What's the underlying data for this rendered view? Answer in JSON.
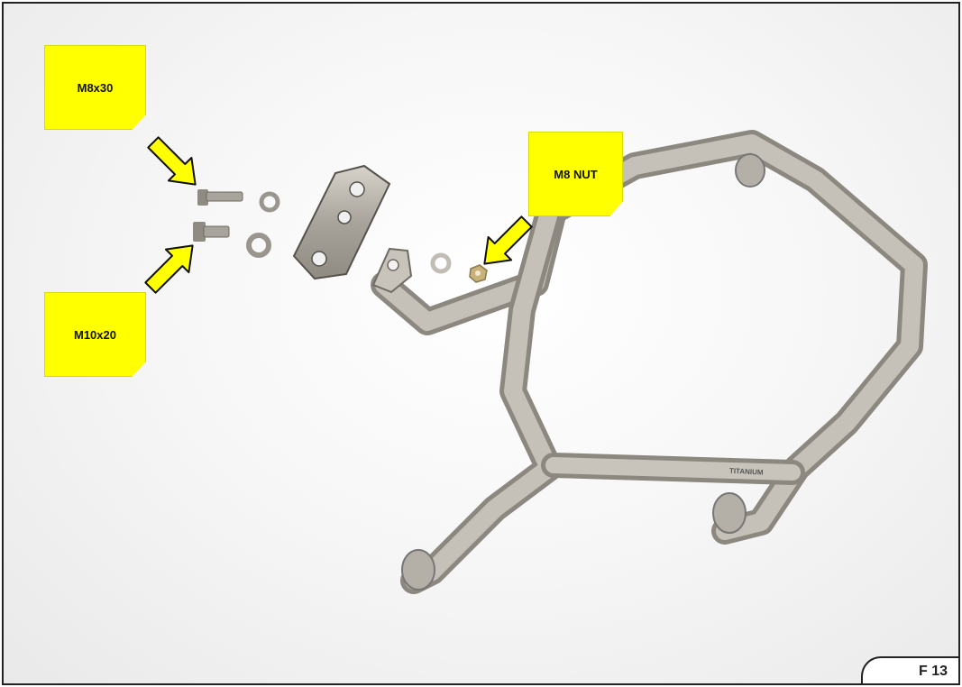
{
  "labels": {
    "bolt_top": "M8x30",
    "bolt_bottom": "M10x20",
    "nut": "M8 NUT"
  },
  "page_tag": "F 13",
  "part_markings": {
    "bar_stamp": "TITANIUM"
  },
  "colors": {
    "label_fill": "#ffff00",
    "arrow_fill": "#ffff00",
    "frame_border": "#222222",
    "metal": "#b9b4ab"
  }
}
